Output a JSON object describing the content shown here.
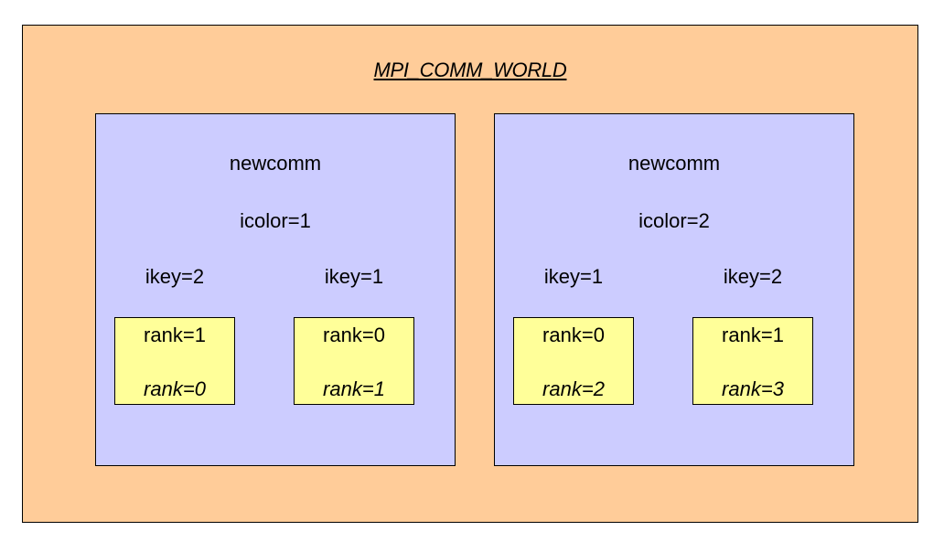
{
  "world": {
    "title": "MPI_COMM_WORLD",
    "background_color": "#FFCC99"
  },
  "communicators": [
    {
      "name": "newcomm",
      "color_label": "icolor=1",
      "background_color": "#CCCCFF",
      "processes": [
        {
          "ikey": "ikey=2",
          "new_rank": "rank=1",
          "world_rank": "rank=0"
        },
        {
          "ikey": "ikey=1",
          "new_rank": "rank=0",
          "world_rank": "rank=1"
        }
      ]
    },
    {
      "name": "newcomm",
      "color_label": "icolor=2",
      "background_color": "#CCCCFF",
      "processes": [
        {
          "ikey": "ikey=1",
          "new_rank": "rank=0",
          "world_rank": "rank=2"
        },
        {
          "ikey": "ikey=2",
          "new_rank": "rank=1",
          "world_rank": "rank=3"
        }
      ]
    }
  ],
  "process_box_color": "#FFFF99"
}
